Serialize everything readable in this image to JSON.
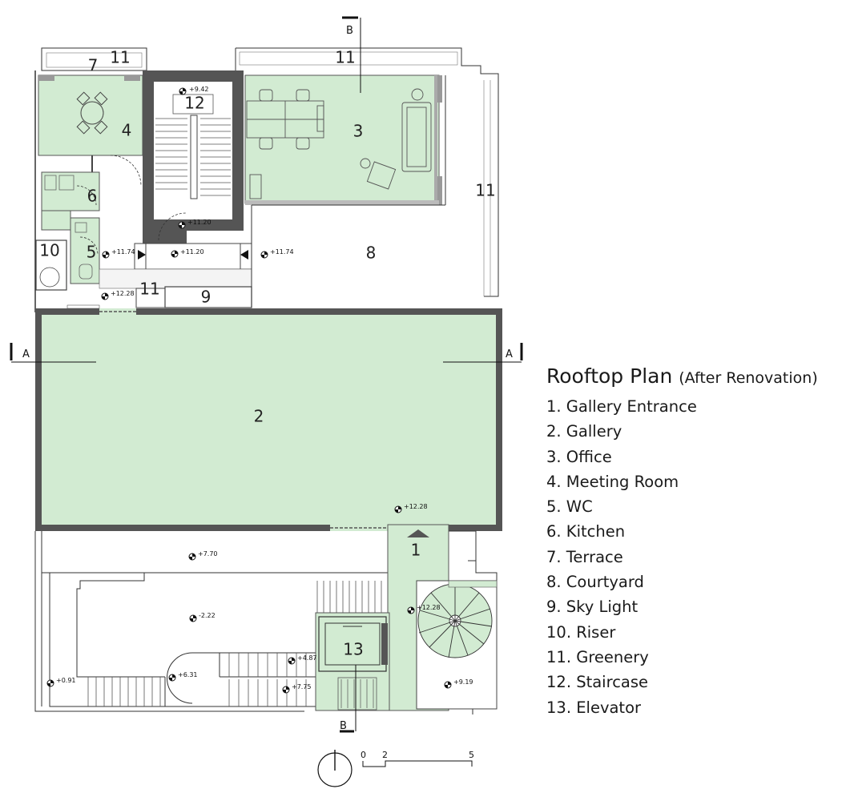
{
  "legend": {
    "title": "Rooftop Plan",
    "subtitle": "(After Renovation)",
    "items": [
      "1. Gallery Entrance",
      "2. Gallery",
      "3. Office",
      "4. Meeting Room",
      "5. WC",
      "6. Kitchen",
      "7. Terrace",
      "8. Courtyard",
      "9. Sky Light",
      "10. Riser",
      "11. Greenery",
      "12. Staircase",
      "13. Elevator"
    ]
  },
  "room_labels": {
    "gallery_entrance": "1",
    "gallery": "2",
    "office": "3",
    "meeting_room": "4",
    "wc": "5",
    "kitchen": "6",
    "terrace": "7",
    "courtyard": "8",
    "sky_light": "9",
    "riser": "10",
    "greenery": "11",
    "staircase": "12",
    "elevator": "13"
  },
  "elevations": {
    "e_staircase_top": "+9.42",
    "e_stair_landing": "+11.20",
    "e_stair_corridor": "+11.20",
    "e_wc_corridor": "+11.74",
    "e_courtyard": "+11.74",
    "e_gallery_back_entry": "+12.28",
    "e_gallery": "+12.28",
    "e_lower_terrace": "+7.70",
    "e_lower_level": "-2.22",
    "e_entrance_walk": "+12.28",
    "e_stair_flight_a": "+4.87",
    "e_stair_flight_b": "+7.75",
    "e_ramp_curve": "+6.31",
    "e_ground": "+0.91",
    "e_spiral_base": "+9.19"
  },
  "section_markers": {
    "a_left": "A",
    "a_right": "A",
    "b_top": "B",
    "b_bottom": "B"
  },
  "scale_bar": {
    "labels": [
      "0",
      "2",
      "5"
    ]
  },
  "colors": {
    "room_fill": "#d2ebd2",
    "wall": "#555555",
    "line": "#222222"
  }
}
